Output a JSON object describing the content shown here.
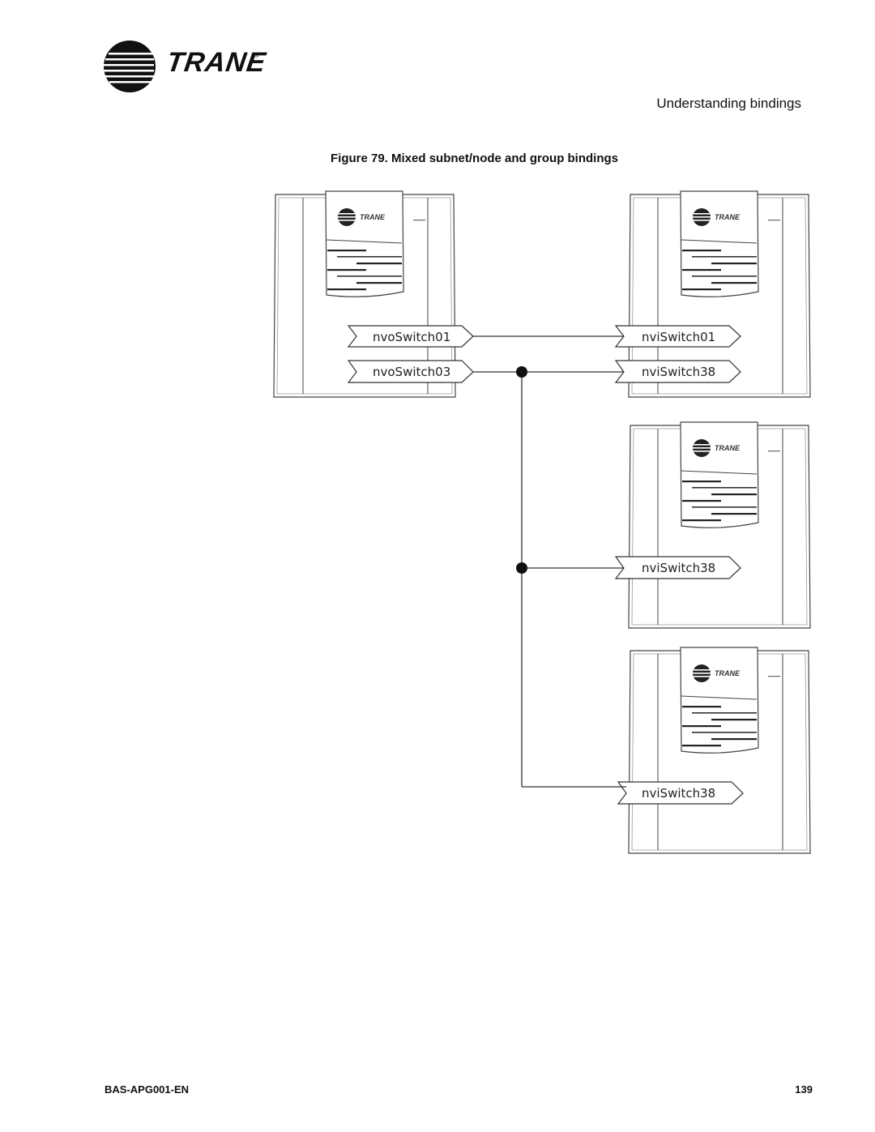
{
  "header": {
    "brand": "TRANE",
    "reg_mark": "®",
    "section_title": "Understanding bindings"
  },
  "figure": {
    "caption": "Figure 79. Mixed subnet/node and group bindings",
    "device_brand": "TRANE",
    "outputs": [
      "nvoSwitch01",
      "nvoSwitch03"
    ],
    "inputs": [
      "nviSwitch01",
      "nviSwitch38",
      "nviSwitch38",
      "nviSwitch38"
    ]
  },
  "footer": {
    "doc_id": "BAS-APG001-EN",
    "page_number": "139"
  },
  "colors": {
    "line": "#333333",
    "text": "#111111",
    "background": "#ffffff"
  }
}
